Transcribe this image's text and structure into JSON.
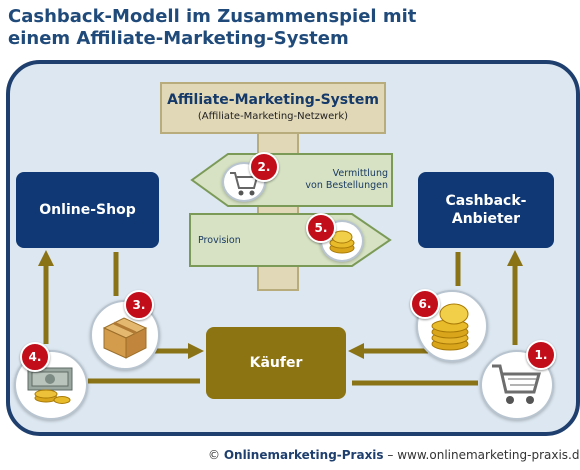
{
  "title": {
    "line1": "Cashback-Modell im Zusammenspiel mit",
    "line2": "einem Affiliate-Marketing-System"
  },
  "nodes": {
    "online_shop": "Online-Shop",
    "cashback_line1": "Cashback-",
    "cashback_line2": "Anbieter",
    "kaeufer": "Käufer",
    "ams_title": "Affiliate-Marketing-System",
    "ams_subtitle": "(Affiliate-Marketing-Netzwerk)"
  },
  "signs": {
    "vermittlung_line1": "Vermittlung",
    "vermittlung_line2": "von Bestellungen",
    "provision": "Provision"
  },
  "steps": {
    "s1": "1.",
    "s2": "2.",
    "s3": "3.",
    "s4": "4.",
    "s5": "5.",
    "s6": "6."
  },
  "icons": {
    "s1": "shopping-cart-icon",
    "s2": "shopping-cart-icon",
    "s3": "package-box-icon",
    "s4": "cash-and-coins-icon",
    "s5": "coins-icon",
    "s6": "coins-stack-icon"
  },
  "footer": {
    "copyright": "©",
    "brand": "Onlinemarketing-Praxis",
    "sep": " – ",
    "url": "www.onlinemarketing-praxis.de"
  },
  "colors": {
    "dark_blue": "#0f3874",
    "olive": "#8c7412",
    "arrow": "#8a7316",
    "panel": "#dce7f1",
    "badge_red": "#c20e1a",
    "sign_green": "#d6e2c3"
  }
}
